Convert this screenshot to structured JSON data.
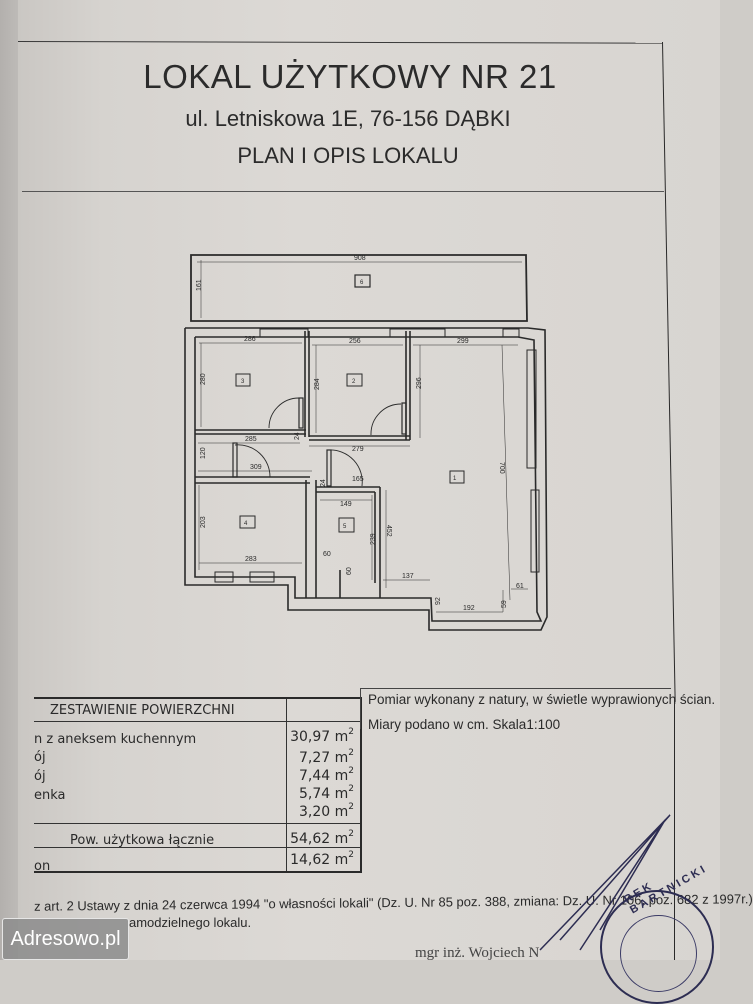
{
  "header": {
    "title": "LOKAL UŻYTKOWY NR 21",
    "address": "ul. Letniskowa 1E, 76-156 DĄBKI",
    "subtitle": "PLAN I OPIS LOKALU"
  },
  "floor_plan": {
    "rooms": [
      {
        "id": "1",
        "label": "1"
      },
      {
        "id": "2",
        "label": "2"
      },
      {
        "id": "3",
        "label": "3"
      },
      {
        "id": "4",
        "label": "4"
      },
      {
        "id": "5",
        "label": "5"
      },
      {
        "id": "6",
        "label": "6"
      }
    ],
    "dimensions": {
      "balcony_width": "908",
      "balcony_depth": "161",
      "room3_width": "286",
      "room3_height": "280",
      "room2_width": "256",
      "room2_height": "284",
      "room1_top_width": "299",
      "room1_partial_height": "296",
      "room1_height": "700",
      "hall_width": "285",
      "hall_wall": "24",
      "room2_bottom": "279",
      "hall_height": "120",
      "hall_length": "309",
      "door_wall": "24",
      "bath_door": "165",
      "room4_height": "203",
      "room4_width": "283",
      "bath_width": "149",
      "bath_height": "239",
      "closet": "60",
      "closet_h": "60",
      "room1_lower": "452",
      "kitchen_step": "137",
      "step_h": "92",
      "bottom_width": "192",
      "corner_h": "59",
      "corner_w": "61"
    }
  },
  "area_table": {
    "header": "ZESTAWIENIE POWIERZCHNI",
    "rows": [
      {
        "label": "n z aneksem kuchennym",
        "value": "30,97",
        "unit": "m",
        "exp": "2"
      },
      {
        "label": "ój",
        "value": "7,27",
        "unit": "m",
        "exp": "2"
      },
      {
        "label": "ój",
        "value": "7,44",
        "unit": "m",
        "exp": "2"
      },
      {
        "label": "enka",
        "value": "5,74",
        "unit": "m",
        "exp": "2"
      },
      {
        "label": "",
        "value": "3,20",
        "unit": "m",
        "exp": "2"
      }
    ],
    "total_label": "Pow. użytkowa łącznie",
    "total_value": "54,62",
    "total_unit": "m",
    "total_exp": "2",
    "extra_label": "on",
    "extra_value": "14,62",
    "extra_unit": "m",
    "extra_exp": "2"
  },
  "notes": {
    "line1": "Pomiar wykonany z natury, w świetle wyprawionych ścian.",
    "line2": "Miary podano w cm. Skala1:100"
  },
  "footer": {
    "legal": "z art. 2 Ustawy z dnia 24 czerwca 1994 \"o własności lokali\" (Dz. U. Nr 85 poz. 388, zmiana: Dz. U. Nr 106, poz. 682 z 1997r.)",
    "legal2": "amodzielnego lokalu.",
    "signature": "mgr inż. Wojciech N",
    "stamp_text": "REK BARTNICKI"
  },
  "watermark": "Adresowo.pl"
}
